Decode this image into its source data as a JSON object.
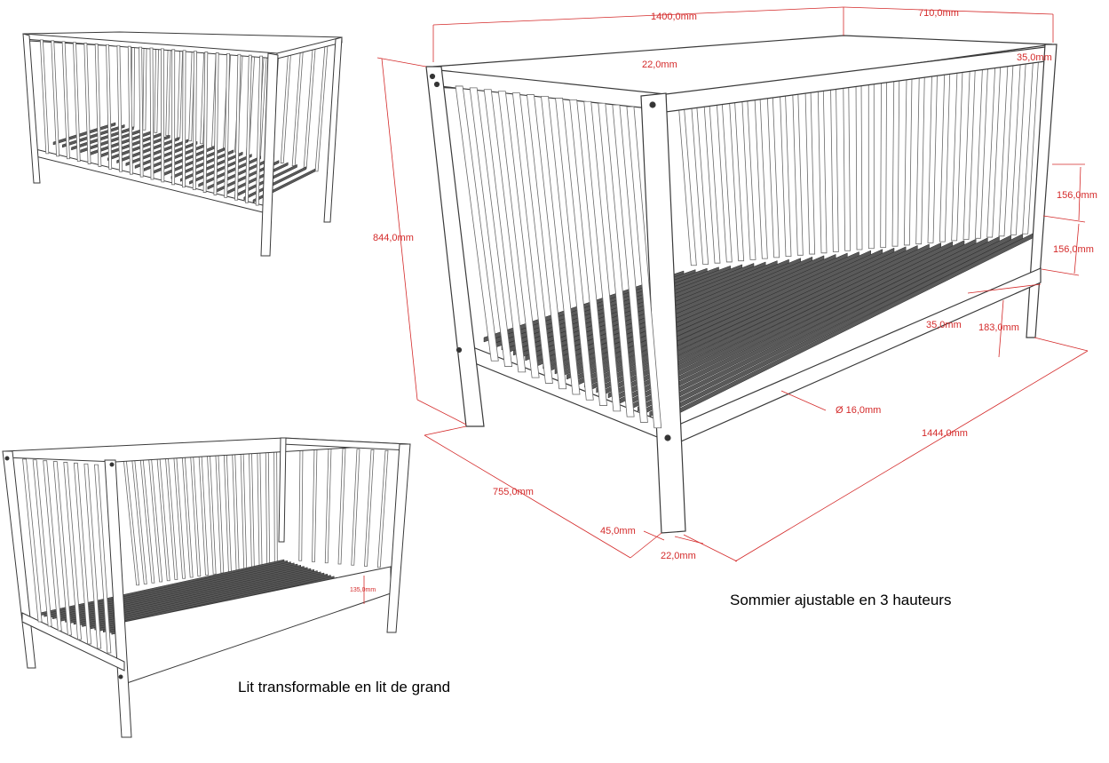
{
  "colors": {
    "dimension": "#d42a2a",
    "frame_line": "#3a3a3a",
    "slat_fill": "#5a5a5a",
    "rail_fill": "#ffffff"
  },
  "captions": {
    "adjustable_base": "Sommier ajustable en 3 hauteurs",
    "convertible_bed": "Lit transformable en lit de grand"
  },
  "dimensions": {
    "length_top": "1400,0mm",
    "width_top": "710,0mm",
    "rail_thickness": "22,0mm",
    "post_width_top": "35,0mm",
    "height_total": "844,0mm",
    "step_upper": "156,0mm",
    "step_lower": "156,0mm",
    "rail_height": "35,0mm",
    "base_offset": "183,0mm",
    "bar_diameter": "Ø 16,0mm",
    "length_bottom": "1444,0mm",
    "width_bottom": "755,0mm",
    "post_depth": "45,0mm",
    "post_thickness": "22,0mm",
    "side_panel_height": "135,0mm"
  }
}
